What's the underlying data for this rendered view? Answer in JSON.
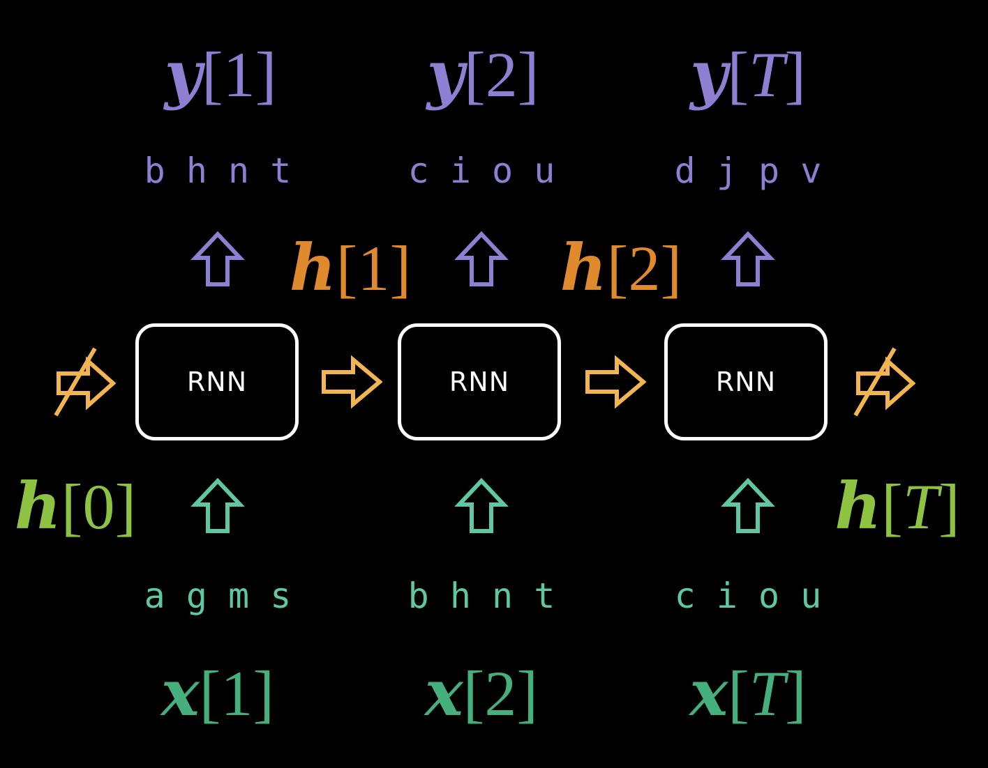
{
  "colors": {
    "background": "#000000",
    "output": "#8f7fd2",
    "hidden": "#e08a2e",
    "hidden_arrow": "#f2b552",
    "input": "#5fc7a3",
    "input_label": "#45b07e",
    "boundary_hidden": "#8dc243",
    "cell_border": "#ffffff"
  },
  "outputs": [
    {
      "var": "y",
      "index": "1",
      "italic_index": false
    },
    {
      "var": "y",
      "index": "2",
      "italic_index": false
    },
    {
      "var": "y",
      "index": "T",
      "italic_index": true
    }
  ],
  "output_chars": [
    "b h n t",
    "c i o u",
    "d j p v"
  ],
  "hidden_states": [
    {
      "var": "h",
      "index": "1",
      "italic_index": false
    },
    {
      "var": "h",
      "index": "2",
      "italic_index": false
    }
  ],
  "boundary_states": [
    {
      "var": "h",
      "index": "0",
      "italic_index": false
    },
    {
      "var": "h",
      "index": "T",
      "italic_index": true
    }
  ],
  "cells": [
    {
      "label": "RNN"
    },
    {
      "label": "RNN"
    },
    {
      "label": "RNN"
    }
  ],
  "input_chars": [
    "a g m s",
    "b h n t",
    "c i o u"
  ],
  "inputs": [
    {
      "var": "x",
      "index": "1",
      "italic_index": false
    },
    {
      "var": "x",
      "index": "2",
      "italic_index": false
    },
    {
      "var": "x",
      "index": "T",
      "italic_index": true
    }
  ],
  "icons": {
    "up_arrow": "hollow-up-arrow-icon",
    "right_arrow": "hollow-right-arrow-icon",
    "blocked_arrow": "crossed-out-right-arrow-icon"
  }
}
